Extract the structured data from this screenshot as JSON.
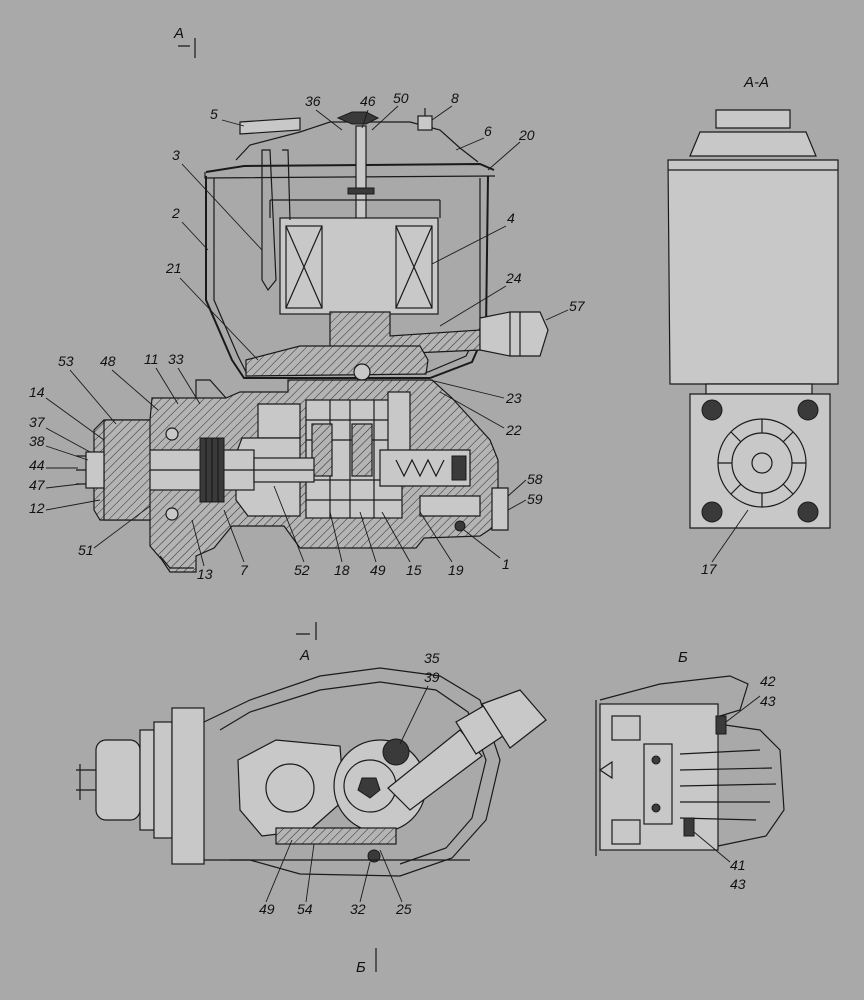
{
  "views": {
    "section_marker_top": "A",
    "section_marker_bottom": "A",
    "view_aa_title": "A-A",
    "view_b_title": "Б",
    "view_b_marker": "Б"
  },
  "callouts_main": [
    "36",
    "46",
    "50",
    "8",
    "5",
    "6",
    "20",
    "3",
    "4",
    "2",
    "21",
    "24",
    "57",
    "53",
    "48",
    "11",
    "33",
    "14",
    "37",
    "38",
    "44",
    "47",
    "12",
    "51",
    "13",
    "7",
    "52",
    "18",
    "49",
    "15",
    "19",
    "1",
    "23",
    "22",
    "58",
    "59"
  ],
  "callouts_aa": [
    "17"
  ],
  "callouts_bottom_left": [
    "35",
    "39",
    "49",
    "54",
    "32",
    "25"
  ],
  "callouts_b": [
    "42",
    "43",
    "41",
    "43"
  ]
}
